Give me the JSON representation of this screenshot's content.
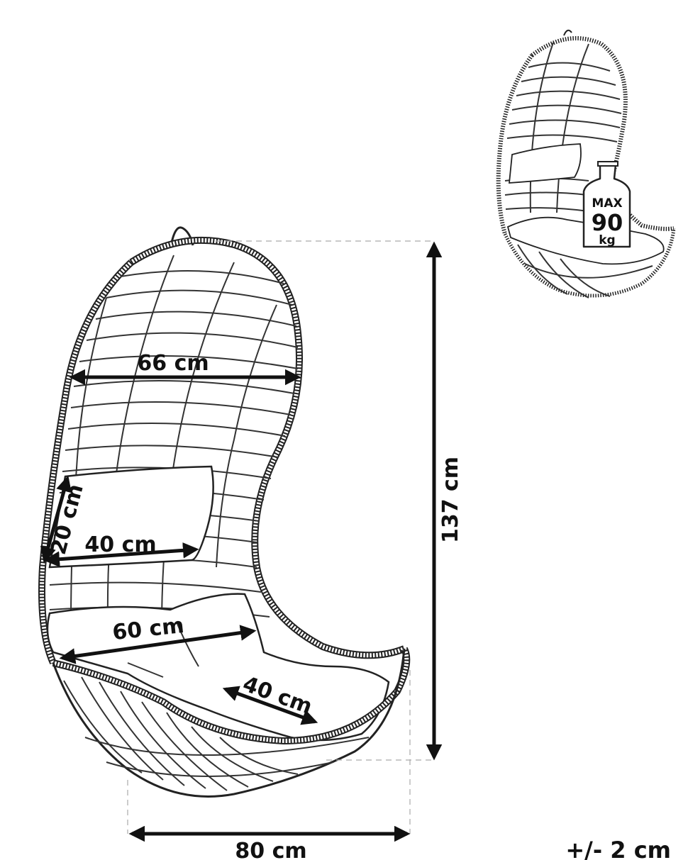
{
  "dimensions": {
    "height": "137 cm",
    "width": "80 cm",
    "depth": "66 cm",
    "back_cushion_height": "20 cm",
    "back_cushion_width": "40 cm",
    "seat_width": "60 cm",
    "seat_depth": "40 cm",
    "tolerance": "+/- 2 cm"
  },
  "weight_limit": {
    "label": "MAX",
    "value": "90",
    "unit": "kg"
  }
}
